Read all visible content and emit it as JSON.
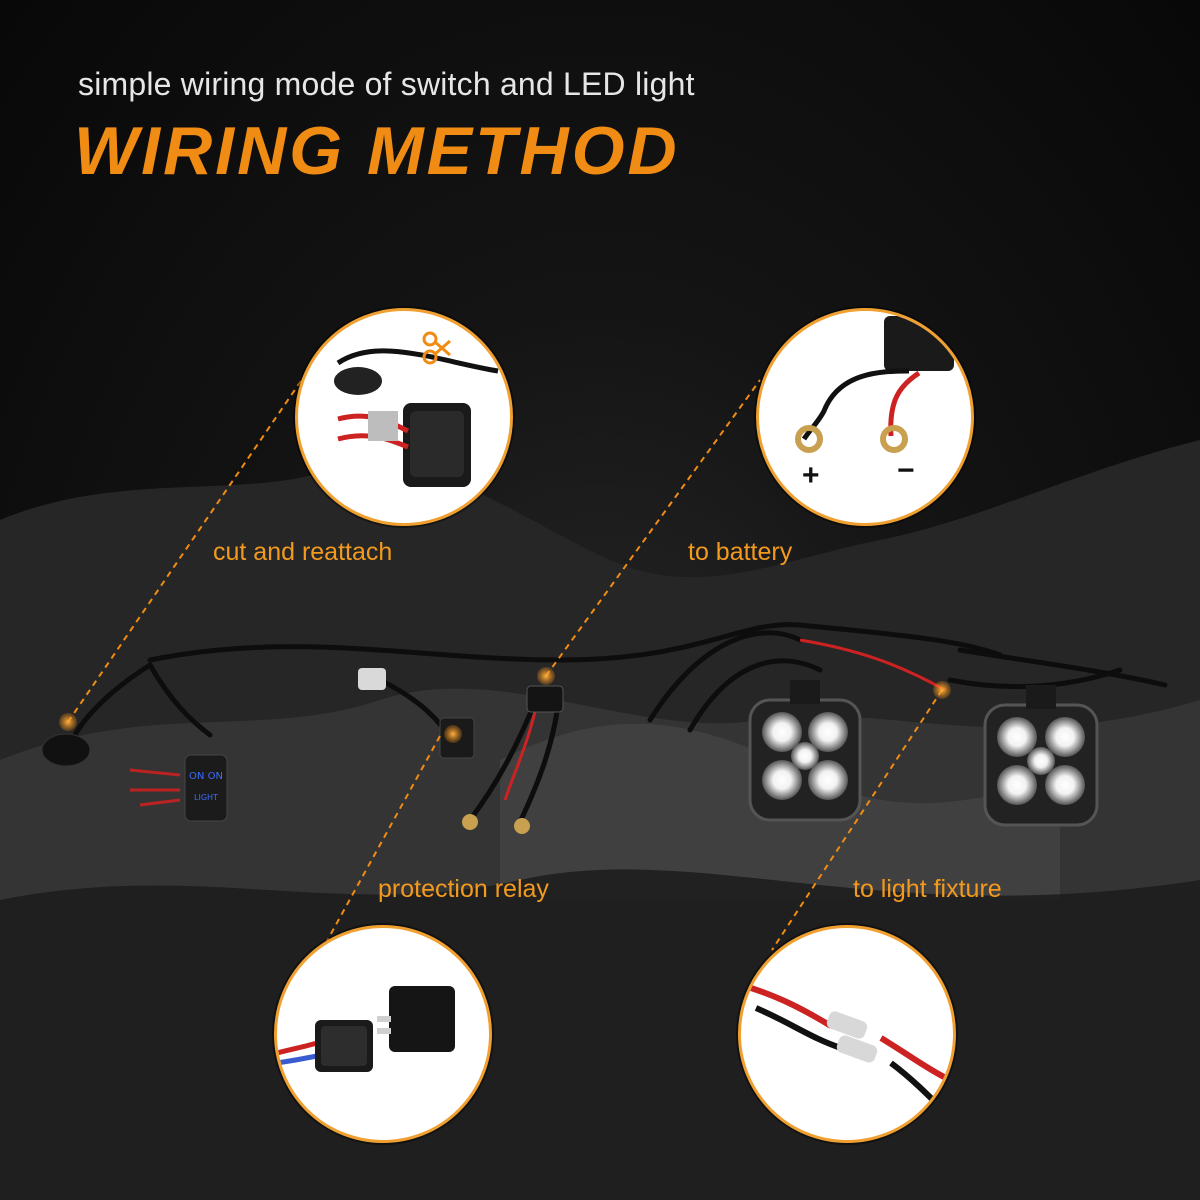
{
  "subtitle": "simple wiring mode of switch and LED light",
  "title": "WIRING METHOD",
  "accent_color": "#f08c14",
  "callouts": [
    {
      "label": "cut and reattach",
      "icon": "scissors-icon"
    },
    {
      "label": "to battery",
      "plus": "+",
      "minus": "−"
    },
    {
      "label": "protection relay"
    },
    {
      "label": "to light fixture"
    }
  ],
  "components": [
    "rocker-switch",
    "inline-fuse",
    "relay",
    "battery-terminals",
    "led-pod-light-left",
    "led-pod-light-right",
    "wiring-harness"
  ]
}
